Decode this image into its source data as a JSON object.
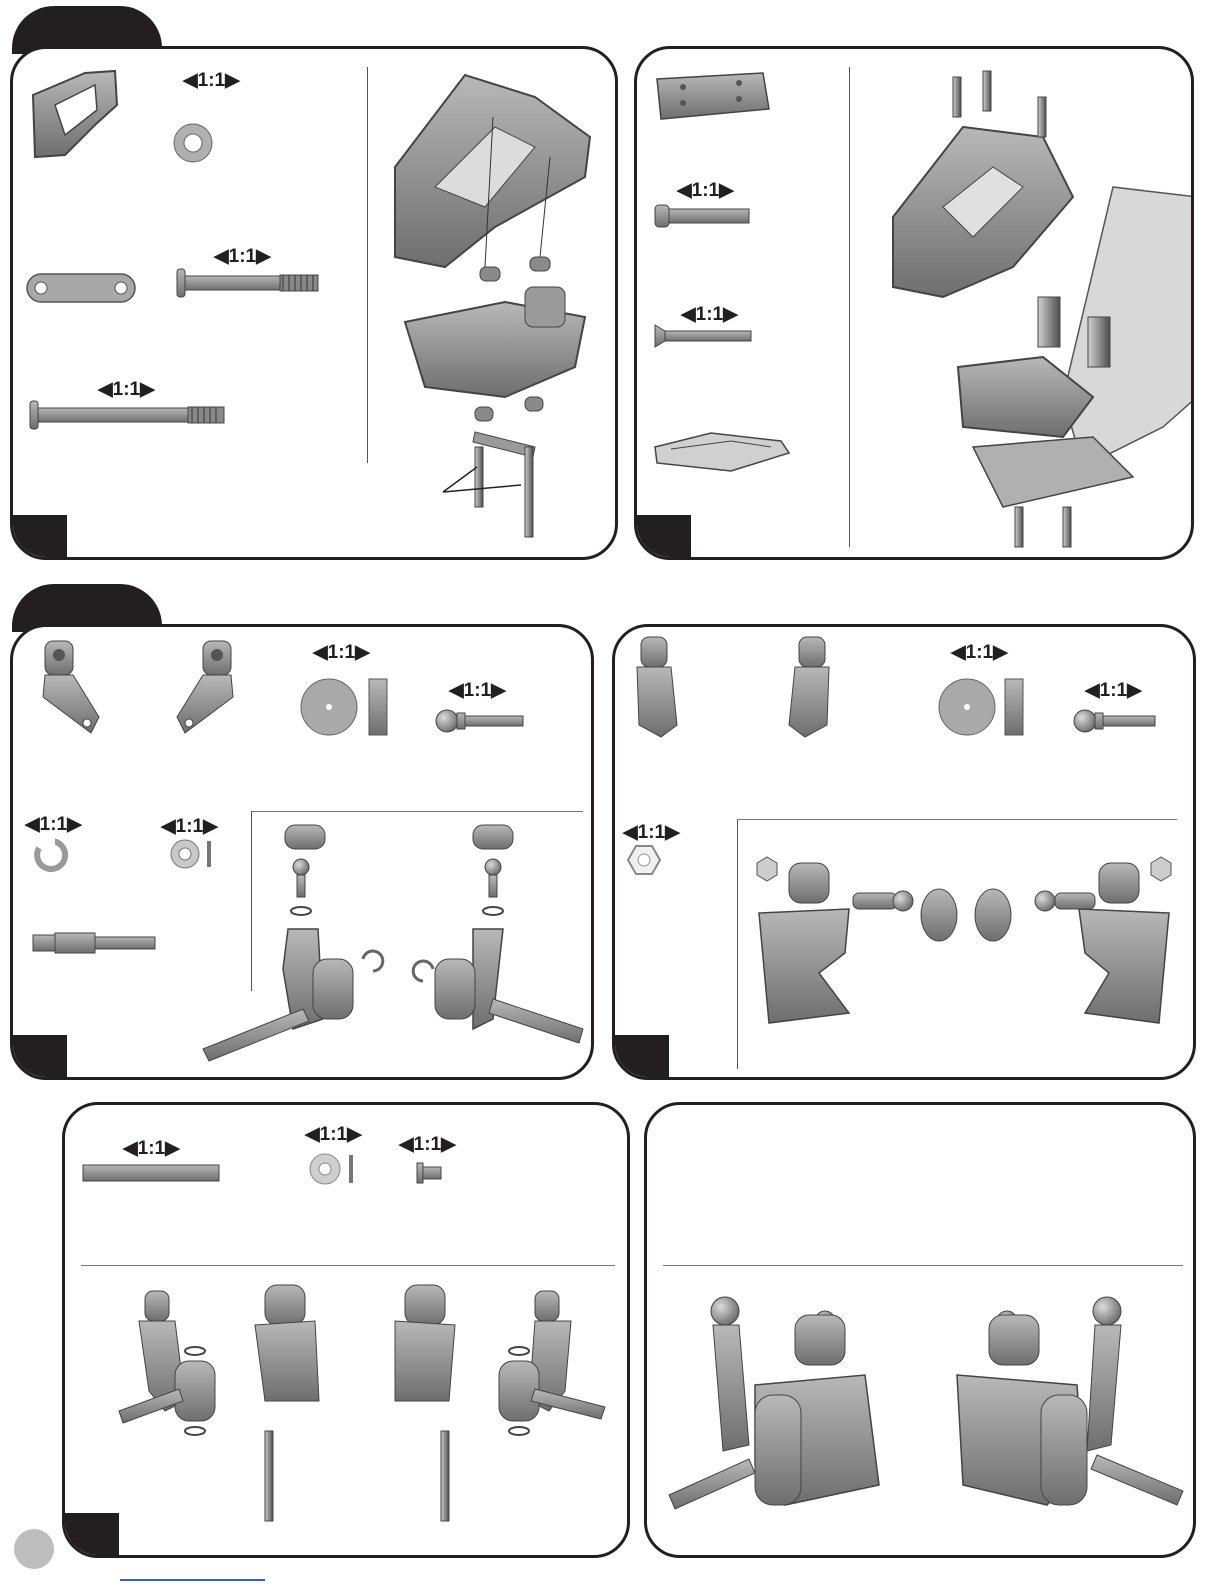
{
  "scale_label": "1:1",
  "scale_labels": {
    "p1_washer": "1:1",
    "p1_hinge_pin_short": "1:1",
    "p1_hinge_pin_long": "1:1",
    "p2_pin_a": "1:1",
    "p2_pin_b": "1:1",
    "p3_spacer": "1:1",
    "p3_ball_stud": "1:1",
    "p3_e_clip": "1:1",
    "p3_washer": "1:1",
    "p4_spacer": "1:1",
    "p4_ball_stud": "1:1",
    "p4_nut": "1:1",
    "p5_pin": "1:1",
    "p5_washer": "1:1",
    "p5_bushing": "1:1"
  },
  "colors": {
    "ink": "#231f20",
    "part_gray": "#8c8c8c",
    "part_light": "#b4b4b4",
    "part_dark": "#5e5e5e",
    "page_circle": "#bdbdbd",
    "link_line": "#3a5fcd"
  }
}
